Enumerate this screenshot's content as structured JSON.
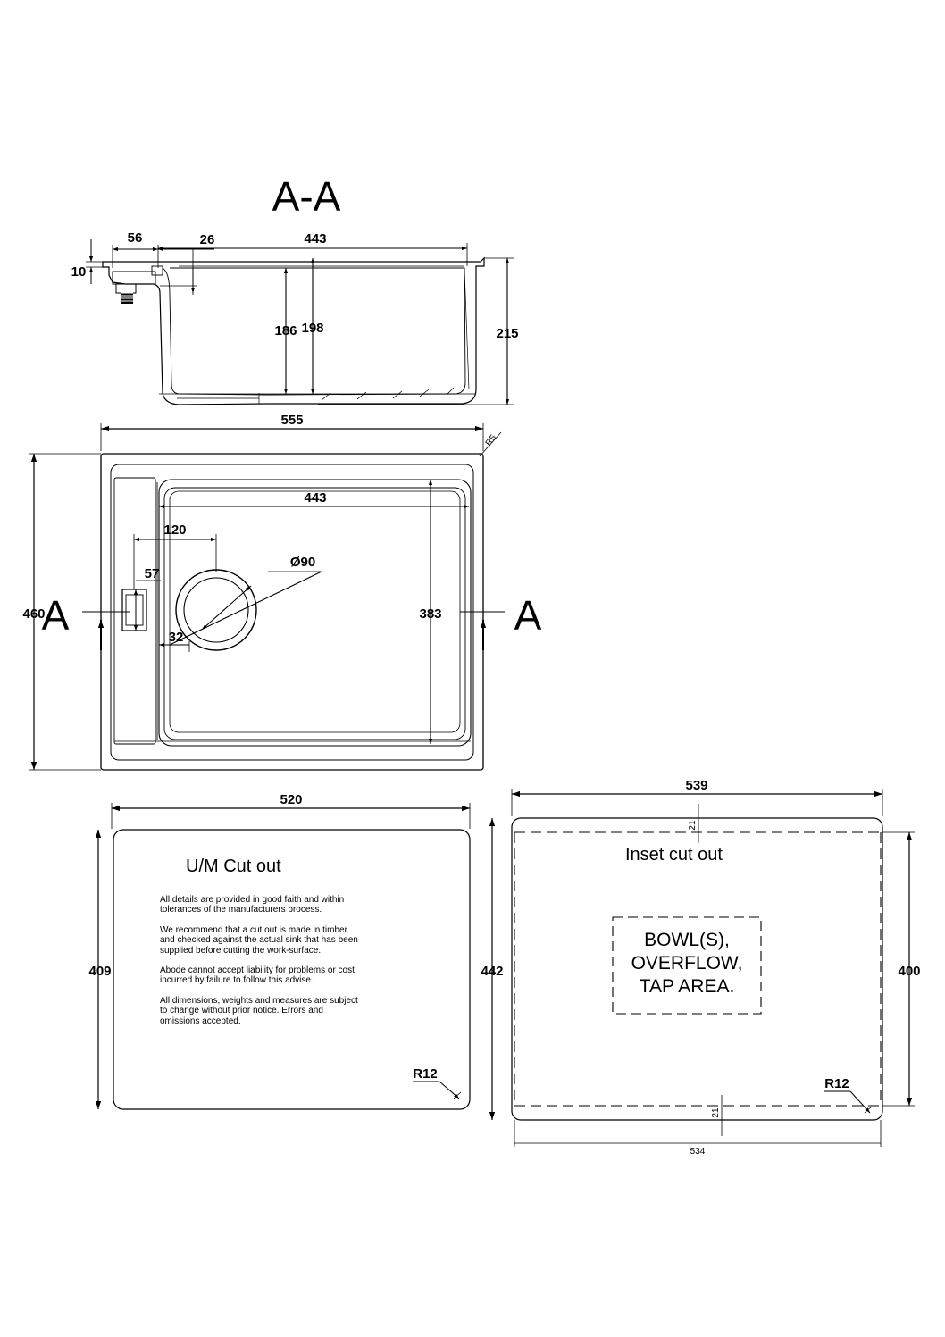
{
  "section_title": "A-A",
  "section_marker": "A",
  "section": {
    "dims": {
      "overall_width": "443",
      "flange_width": "56",
      "offset": "26",
      "flange_thickness": "10",
      "overall_depth": "215",
      "bowl_depth_front": "186",
      "bowl_depth_rear": "198"
    }
  },
  "plan": {
    "dims": {
      "overall_width": "555",
      "overall_depth": "460",
      "corner_radius": "R5",
      "bowl_width": "443",
      "bowl_depth": "383",
      "waste_offset": "120",
      "waste_diameter": "Ø90",
      "overflow_height": "57",
      "offset_32": "32"
    }
  },
  "um_cutout": {
    "title": "U/M Cut out",
    "width": "520",
    "height": "409",
    "radius": "R12",
    "notes": [
      "All details are provided in good faith and within tolerances of the manufacturers process.",
      "We recommend that a cut out is made in timber and checked against the actual sink that has been supplied before cutting the work-surface.",
      "Abode cannot accept liability for problems or cost incurred by failure to follow this advise.",
      "All dimensions, weights and measures are subject to change without prior notice. Errors and omissions accepted."
    ]
  },
  "inset_cutout": {
    "title": "Inset cut out",
    "outer_width": "539",
    "outer_height": "442",
    "inner_height": "400",
    "inner_width": "534",
    "margin_top": "21",
    "margin_bottom": "21",
    "radius": "R12",
    "area_label": [
      "BOWL(S),",
      "OVERFLOW,",
      "TAP AREA."
    ]
  }
}
